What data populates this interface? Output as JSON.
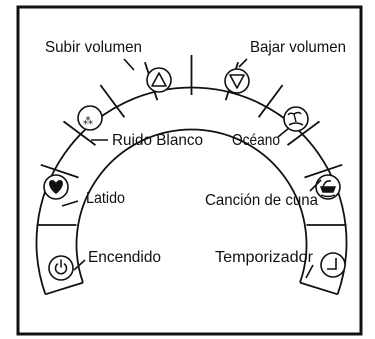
{
  "labels": {
    "volume_up": "Subir volumen",
    "volume_down": "Bajar volumen",
    "white_noise": "Ruido Blanco",
    "ocean": "Océano",
    "heartbeat": "Latido",
    "lullaby": "Canción de cuna",
    "power": "Encendido",
    "timer": "Temporizador"
  },
  "icons": {
    "volume_up": "triangle-up-icon",
    "volume_down": "triangle-down-icon",
    "white_noise": "stars-icon",
    "ocean": "palm-island-icon",
    "heartbeat": "heart-icon",
    "lullaby": "cradle-icon",
    "power": "power-icon",
    "timer": "timer-icon"
  },
  "colors": {
    "line": "#111111",
    "background": "#ffffff"
  }
}
